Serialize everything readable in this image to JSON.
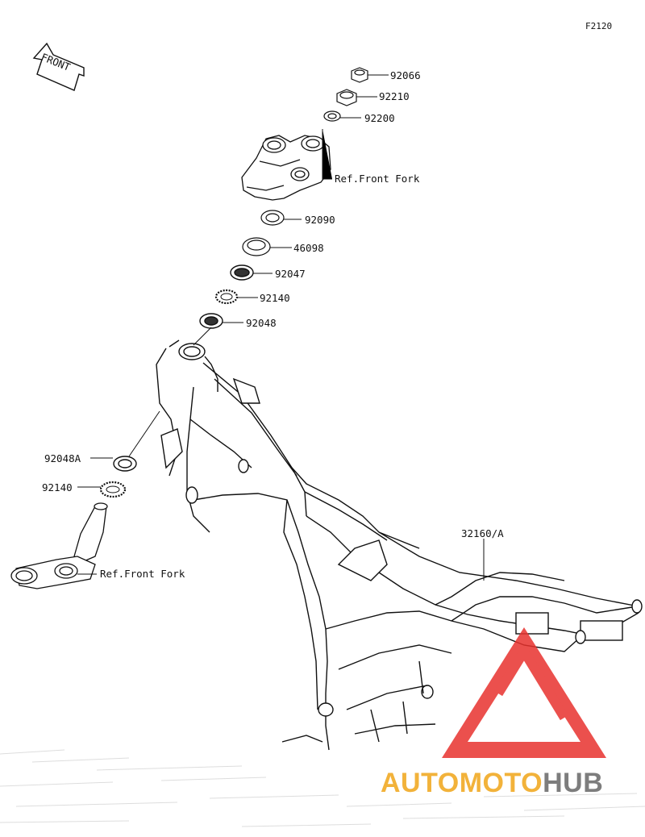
{
  "diagram_code": "F2120",
  "front_label": "FRONT",
  "parts": [
    {
      "id": "p1",
      "number": "92066"
    },
    {
      "id": "p2",
      "number": "92210"
    },
    {
      "id": "p3",
      "number": "92200"
    },
    {
      "id": "p4",
      "number": "Ref.Front Fork"
    },
    {
      "id": "p5",
      "number": "92090"
    },
    {
      "id": "p6",
      "number": "46098"
    },
    {
      "id": "p7",
      "number": "92047"
    },
    {
      "id": "p8",
      "number": "92140"
    },
    {
      "id": "p9",
      "number": "92048"
    },
    {
      "id": "p10",
      "number": "92048A"
    },
    {
      "id": "p11",
      "number": "92140"
    },
    {
      "id": "p12",
      "number": "Ref.Front Fork"
    },
    {
      "id": "p13",
      "number": "32160/A"
    }
  ],
  "watermark": {
    "part1": "AUTO",
    "part2": "MOTO",
    "part3": "HUB"
  },
  "colors": {
    "watermark_red": "#e8322e",
    "watermark_orange": "#f2b23a",
    "watermark_gray": "#7d7d7d",
    "line": "#222222"
  }
}
